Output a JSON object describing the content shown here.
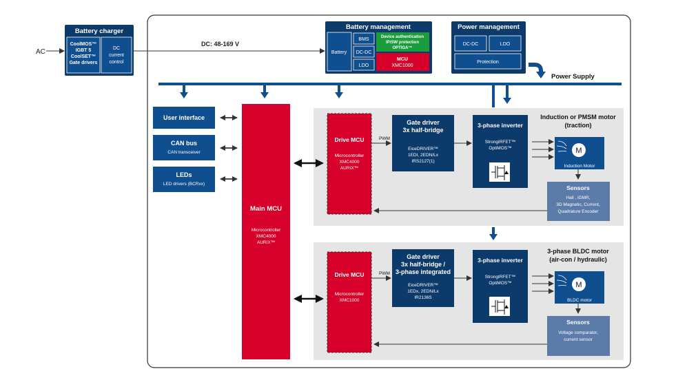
{
  "ac_label": "AC",
  "dc_label": "DC: 48-169 V",
  "power_supply_label": "Power Supply",
  "charger": {
    "title": "Battery  charger",
    "left_lines": [
      "CoolMOS™",
      "IGBT 5",
      "CoolSET™",
      "Gate drivers"
    ],
    "right_lines": [
      "DC",
      "current",
      "control"
    ]
  },
  "battery_mgmt": {
    "title": "Battery management",
    "battery": "Battery",
    "bms": "BMS",
    "dcdc": "DC-DC",
    "ldo": "LDO",
    "auth_lines": [
      "Device authentication",
      "IP/SW protection",
      "OPTIGA™"
    ],
    "mcu_lines": [
      "MCU",
      "XMC1000"
    ]
  },
  "power_mgmt": {
    "title": "Power management",
    "dcdc": "DC-DC",
    "ldo": "LDO",
    "protection": "Protection"
  },
  "user_interface": "User interface",
  "can_bus": {
    "title": "CAN bus",
    "sub": "CAN transceiver"
  },
  "leds": {
    "title": "LEDs",
    "sub": "LED drivers (BCRxx)"
  },
  "main_mcu": {
    "title": "Main MCU",
    "lines": [
      "Microcontroller",
      "XMC4000",
      "AURIX™"
    ]
  },
  "traction": {
    "drive_mcu": {
      "title": "Drive MCU",
      "lines": [
        "Microcontroller",
        "XMC4000",
        "AURIX™"
      ]
    },
    "pwm": "PWM",
    "gate_driver": {
      "title_lines": [
        "Gate driver",
        "3x half-bridge"
      ],
      "lines": [
        "EiceDRIVER™",
        "1EDI, 2EDN/Lx",
        "IRS2127(1)"
      ]
    },
    "inverter": {
      "title": "3-phase inverter",
      "lines": [
        "StrongIRFET™",
        "OptiMOS™"
      ]
    },
    "motor_title_lines": [
      "Induction or PMSM motor",
      "(traction)"
    ],
    "motor_symbol": "M",
    "motor_label": "Induction Motor",
    "sensors": {
      "title": "Sensors",
      "lines": [
        "Hall , iGMR,",
        "3D Magnetic, Current,",
        "Quadrature Encoder"
      ]
    }
  },
  "bldc": {
    "drive_mcu": {
      "title": "Drive MCU",
      "lines": [
        "Microcontroller",
        "XMC1000"
      ]
    },
    "pwm": "PWM",
    "gate_driver": {
      "title_lines": [
        "Gate driver",
        "3x half-bridge /",
        "3-phase integrated"
      ],
      "lines": [
        "EiceDRIVER™",
        "1EDx, 2EDN/Lx",
        "IR2136S"
      ]
    },
    "inverter": {
      "title": "3-phase inverter",
      "lines": [
        "StrongIRFET™",
        "OptiMOS™"
      ]
    },
    "motor_title_lines": [
      "3-phase BLDC motor",
      "(air-con / hydraulic)"
    ],
    "motor_symbol": "M",
    "motor_label": "BLDC motor",
    "sensors": {
      "title": "Sensors",
      "lines": [
        "Voltage comparator,",
        "current sensor"
      ]
    }
  },
  "colors": {
    "navy": "#0b3a6b",
    "blue": "#0f4f8f",
    "red": "#d7002a",
    "green": "#1a9b3c",
    "slate": "#5b7ca8",
    "panel": "#e5e5e5"
  }
}
